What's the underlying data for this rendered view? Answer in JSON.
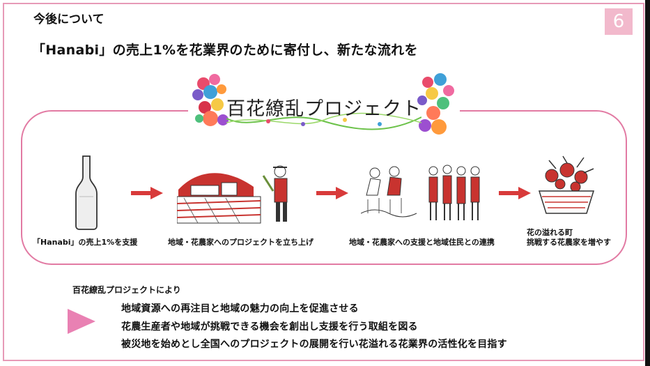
{
  "slide": {
    "page_number": "6",
    "section_title": "今後について",
    "headline": "「Hanabi」の売上1%を花業界のために寄付し、新たな流れを"
  },
  "project": {
    "title": "百花繚乱プロジェクト"
  },
  "steps": [
    {
      "caption": "「Hanabi」の売上1%を支援",
      "icon": "sake-bottle-icon"
    },
    {
      "caption": "地域・花農家へのプロジェクトを立ち上げ",
      "icon": "farm-and-farmer-icon"
    },
    {
      "caption": "地域・花農家への支援と地域住民との連携",
      "icon": "community-people-icon"
    },
    {
      "caption_line1": "花の溢れる町",
      "caption_line2": "挑戦する花農家を増やす",
      "icon": "flower-basket-icon"
    }
  ],
  "summary": {
    "lead": "百花繚乱プロジェクトにより",
    "bullets": [
      "地域資源への再注目と地域の魅力の向上を促進させる",
      "花農生産者や地域が挑戦できる機会を創出し支援を行う取組を図る",
      "被災地を始めとし全国へのプロジェクトの展開を行い花溢れる花業界の活性化を目指す"
    ]
  },
  "colors": {
    "accent_pink": "#e27aa3",
    "arrow_red": "#d83a3a",
    "illustration_red": "#c8332f"
  }
}
